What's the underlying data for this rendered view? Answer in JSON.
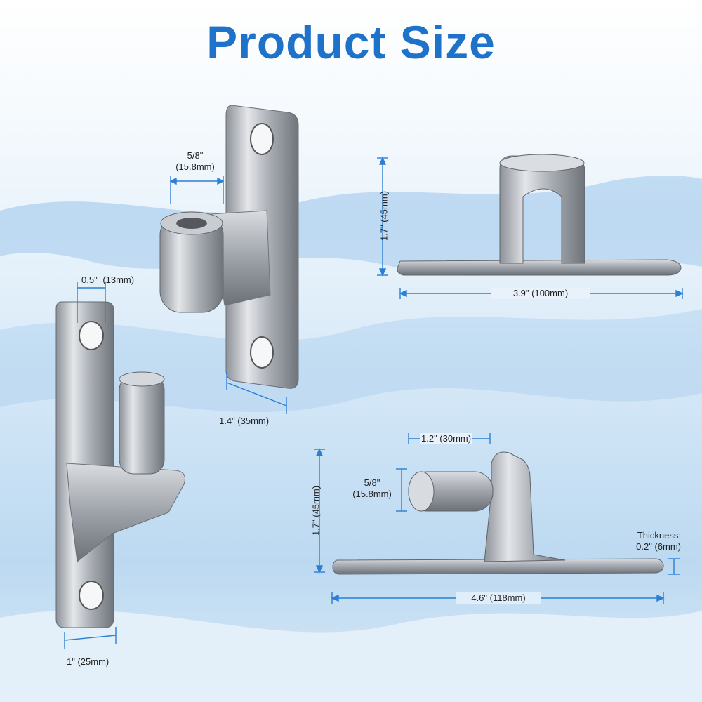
{
  "title": "Product Size",
  "dimensions": {
    "pin_hole_diameter": {
      "fraction": "5/8\"",
      "metric": "(15.8mm)"
    },
    "hole_width": {
      "inch": "0.5\"",
      "metric": "(13mm)"
    },
    "plate_width_a": "1.4\" (35mm)",
    "plate_width_b": "1\" (25mm)",
    "top_height": "1.7\" (45mm)",
    "top_length": "3.9\" (100mm)",
    "pin_length": "1.2\" (30mm)",
    "pin_diameter": {
      "fraction": "5/8\"",
      "metric": "(15.8mm)"
    },
    "bottom_height": "1.7\" (45mm)",
    "thickness": {
      "label": "Thickness:",
      "value": "0.2\" (6mm)"
    },
    "bottom_length": "4.6\" (118mm)"
  },
  "colors": {
    "title": "#1f72c9",
    "dimension_line": "#2b7fd4",
    "metal": "#b8bcc2"
  }
}
